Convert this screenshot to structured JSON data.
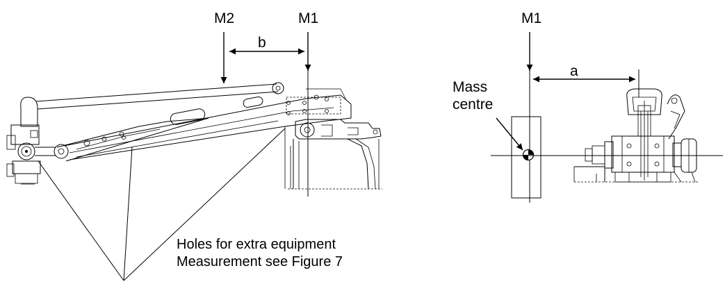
{
  "left_view": {
    "label_m2": "M2",
    "label_m1": "M1",
    "label_b": "b"
  },
  "right_view": {
    "label_m1": "M1",
    "label_a": "a",
    "mass_centre_line1": "Mass",
    "mass_centre_line2": "centre"
  },
  "note": {
    "line1": "Holes for extra equipment",
    "line2": "Measurement see Figure 7"
  }
}
